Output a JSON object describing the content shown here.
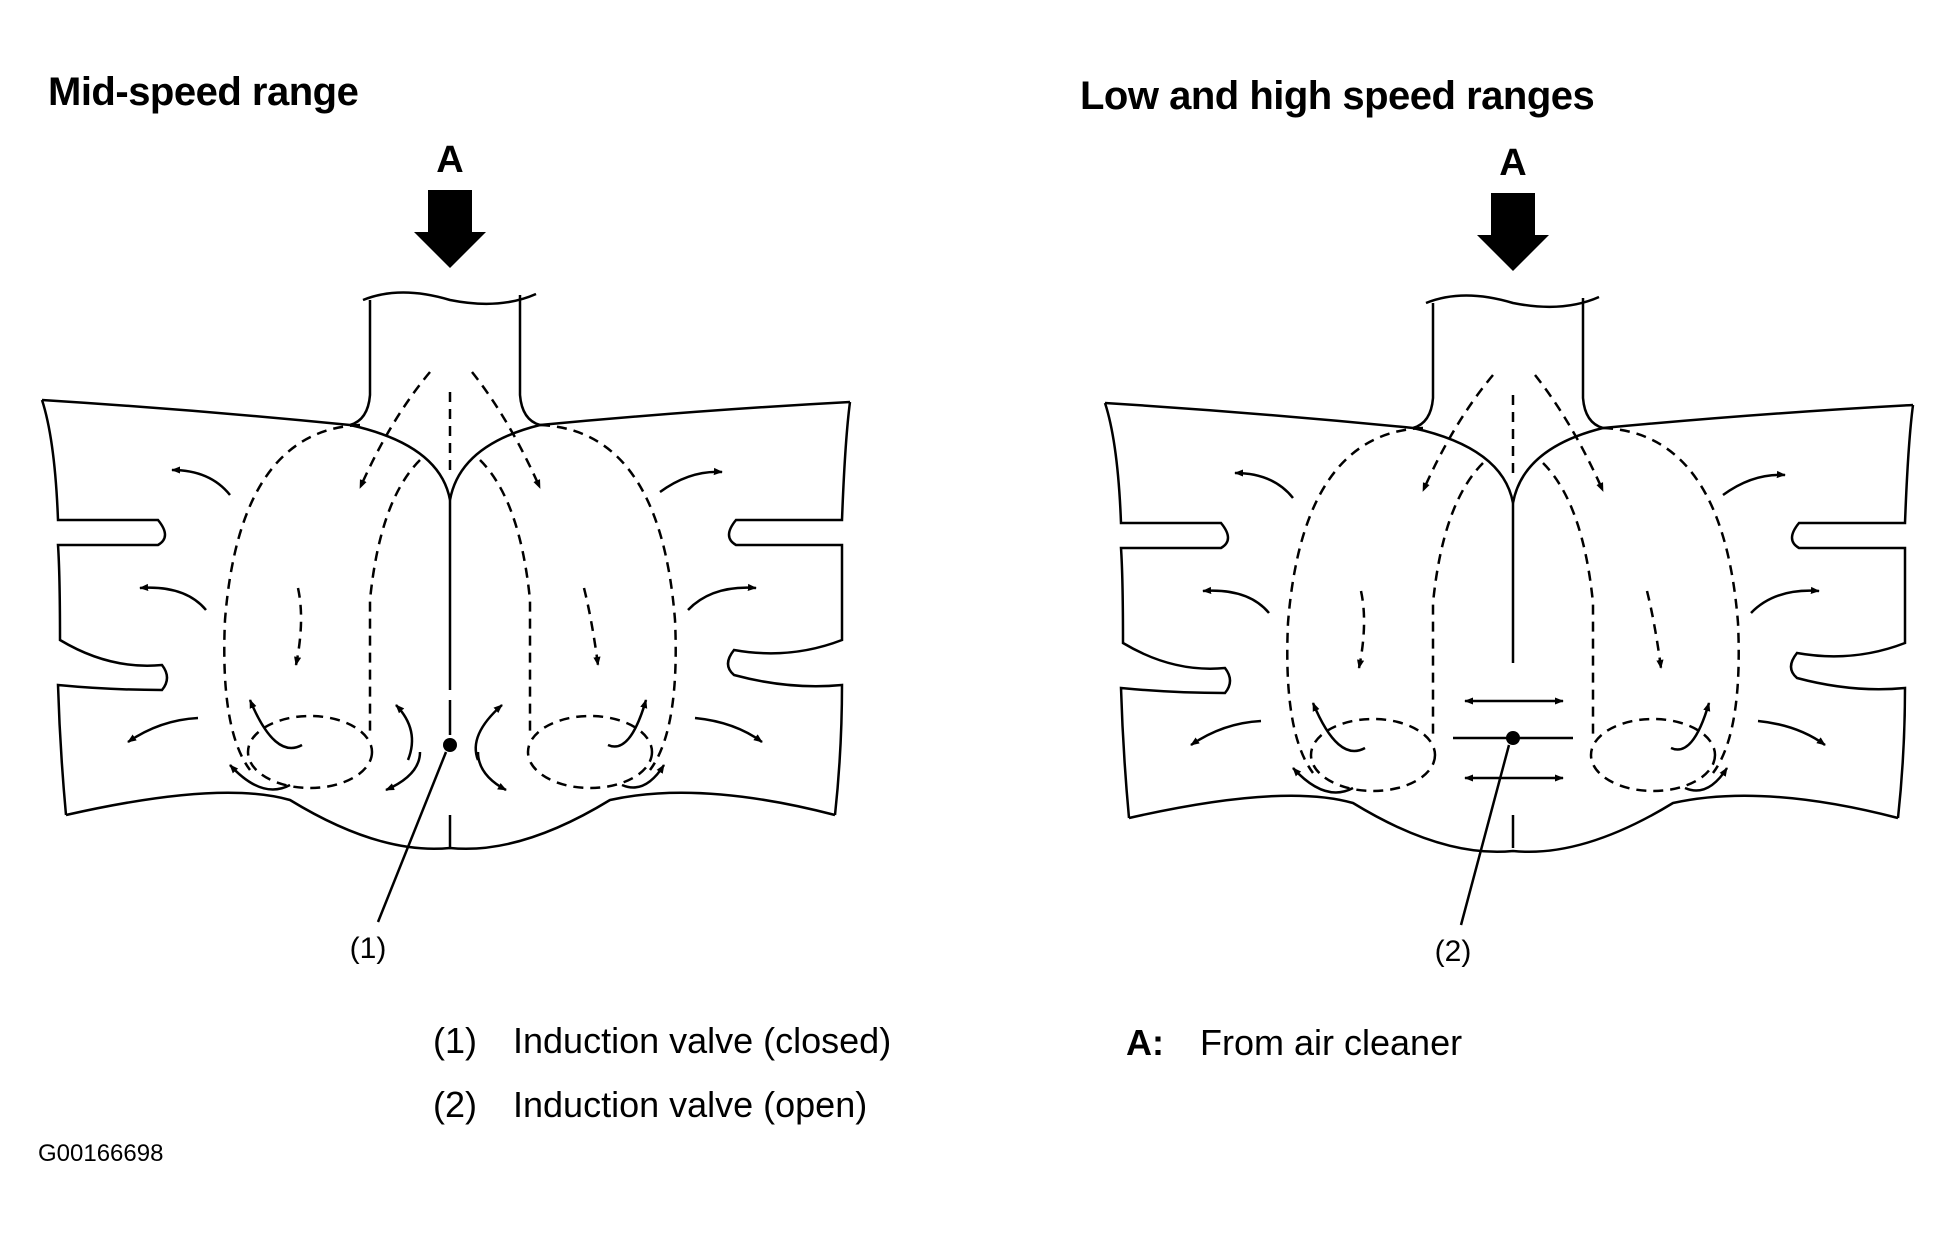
{
  "panels": {
    "left": {
      "title": "Mid-speed range",
      "inlet_label": "A",
      "callout": "(1)"
    },
    "right": {
      "title": "Low and high speed ranges",
      "inlet_label": "A",
      "callout": "(2)"
    }
  },
  "legend": {
    "items": [
      {
        "num": "(1)",
        "text": "Induction valve (closed)"
      },
      {
        "num": "(2)",
        "text": "Induction valve (open)"
      }
    ],
    "key": {
      "letter": "A:",
      "text": "From air cleaner"
    }
  },
  "figure_id": "G00166698",
  "colors": {
    "ink": "#000000",
    "background": "#ffffff"
  }
}
